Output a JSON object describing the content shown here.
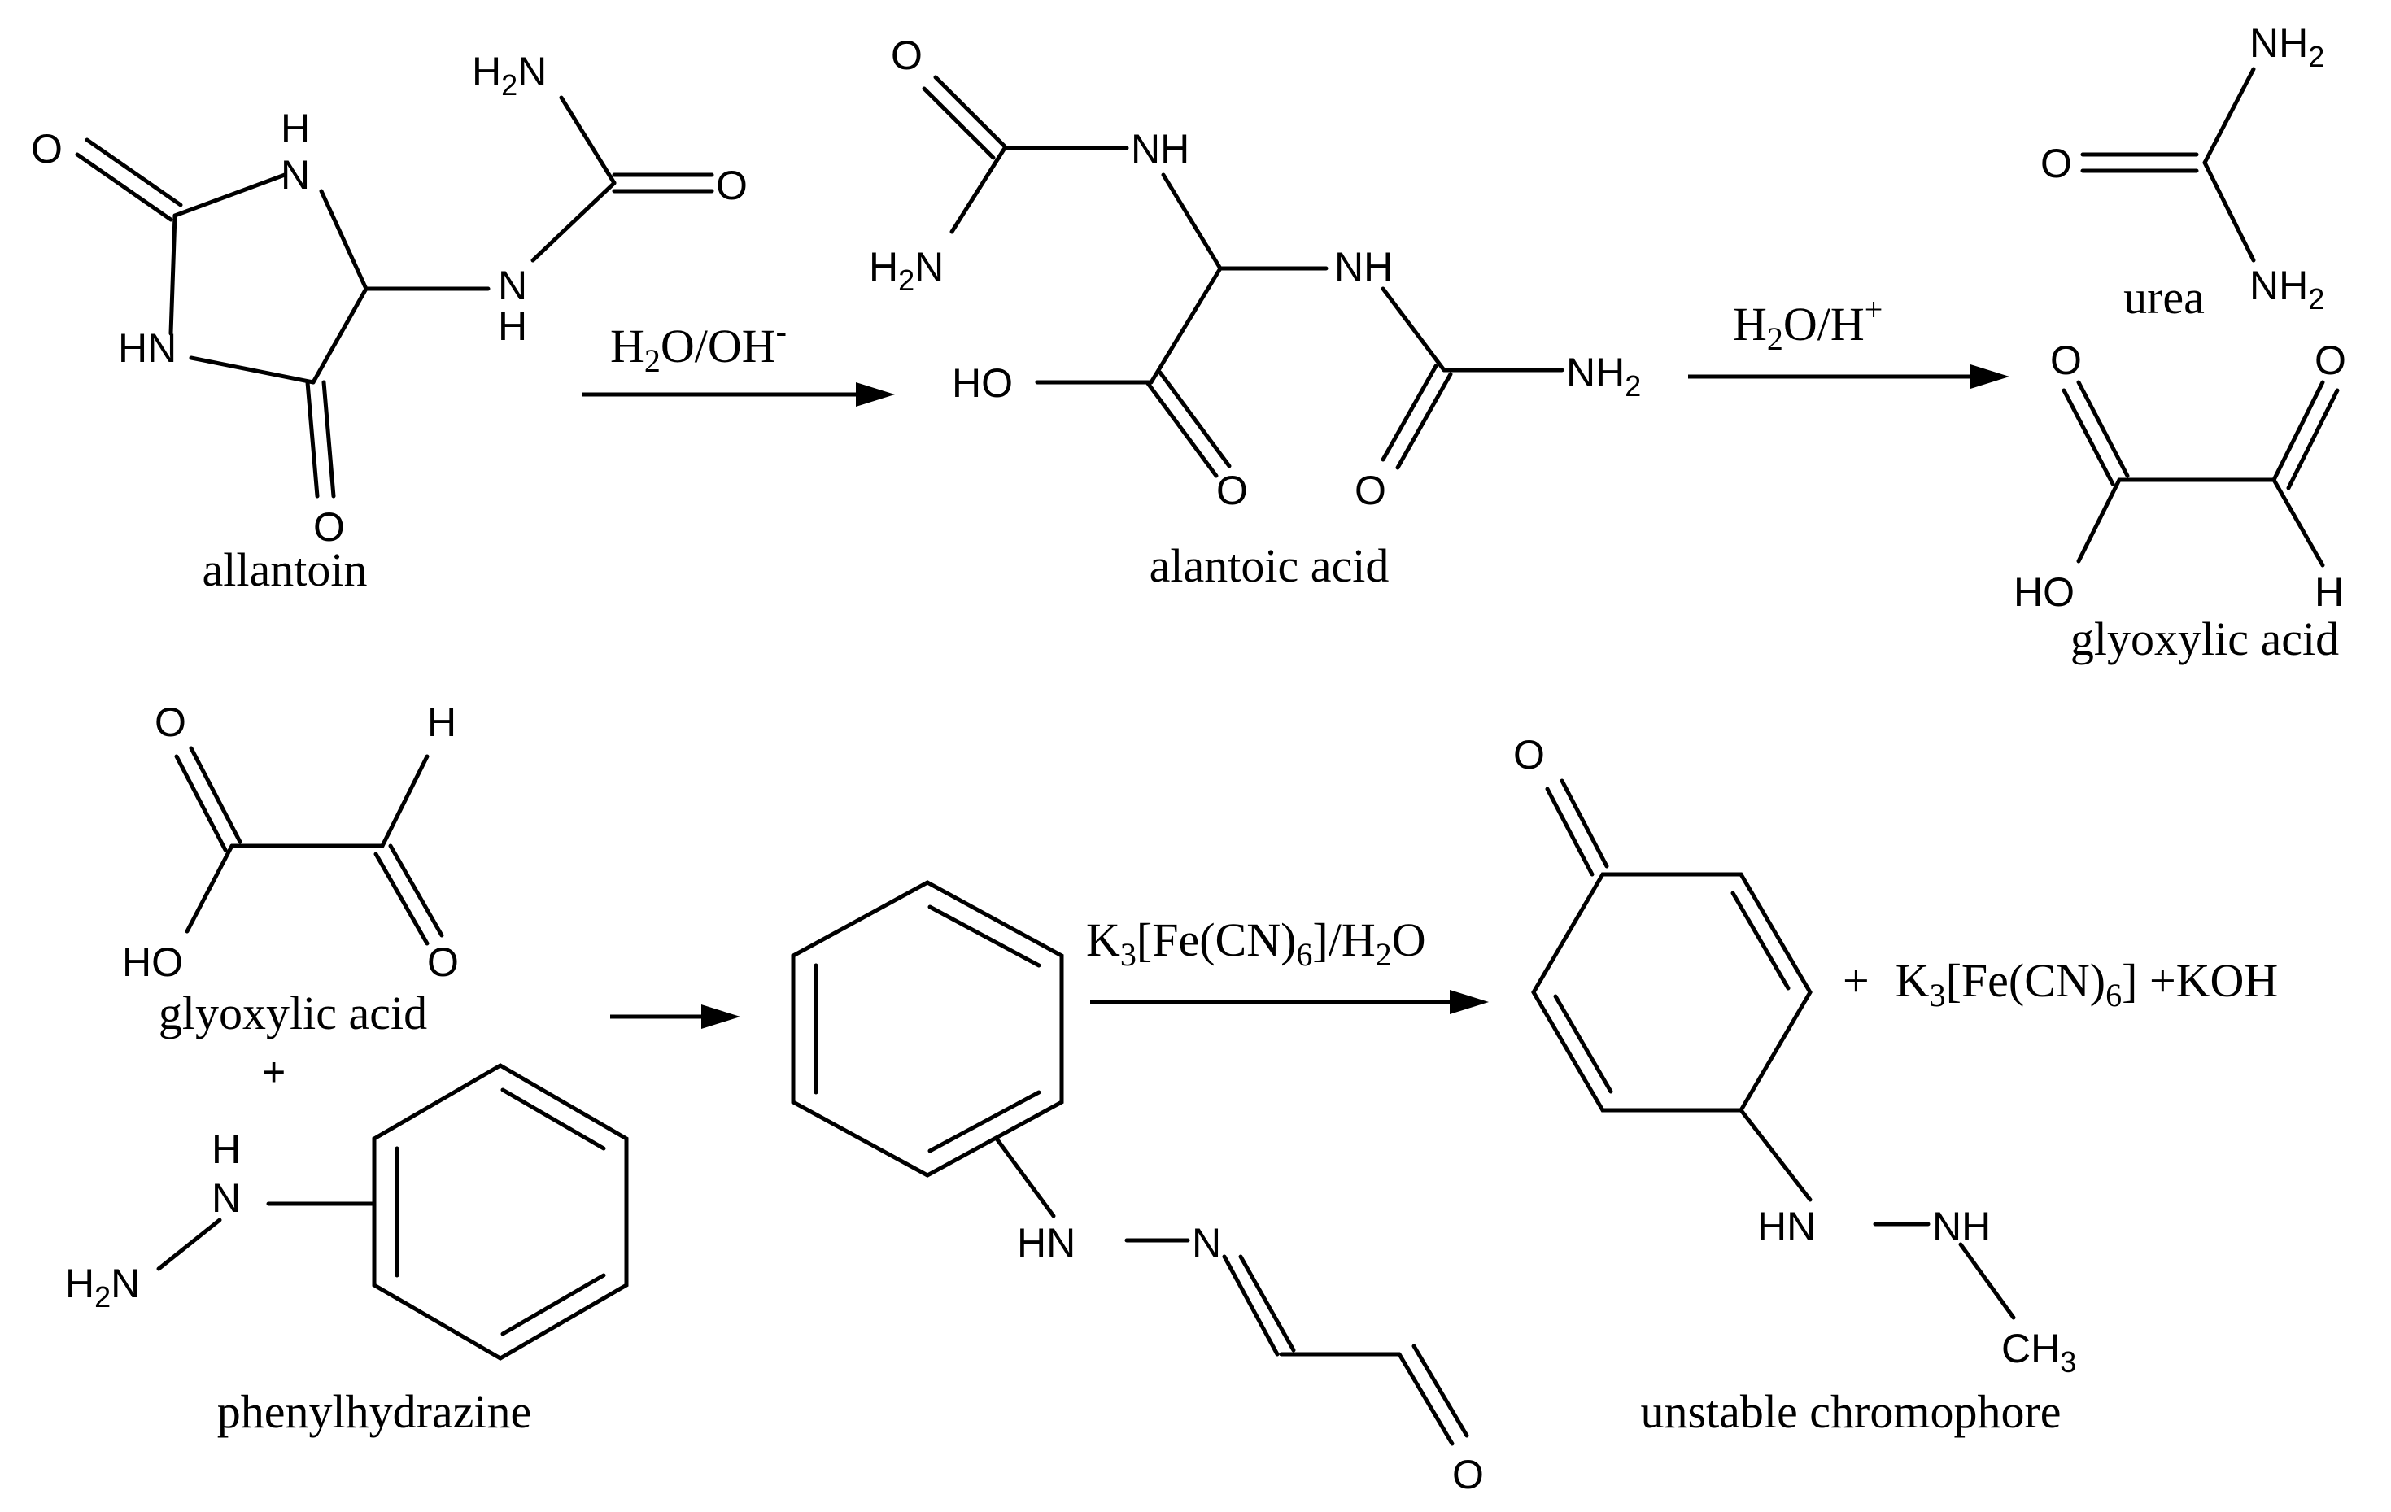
{
  "names": {
    "allantoin": "allantoin",
    "allantoic": "alantoic acid",
    "urea": "urea",
    "glyoxylic_top": "glyoxylic acid",
    "glyoxylic_bottom": "glyoxylic acid",
    "plus_reactants": "+",
    "phenylhydrazine": "phenylhydrazine",
    "chromophore": "unstable chromophore"
  },
  "conditions": {
    "step1": {
      "a": "H",
      "b": "2",
      "c": "O/OH",
      "d": "-"
    },
    "step2": {
      "a": "H",
      "b": "2",
      "c": "O/H",
      "d": "+"
    },
    "step4": {
      "a": "K",
      "b": "3",
      "c": "[Fe(CN)",
      "d": "6",
      "e": "]/H",
      "f": "2",
      "g": "O"
    }
  },
  "byproducts": {
    "plus": "+",
    "a": "K",
    "b": "3",
    "c": "[Fe(CN)",
    "d": "6",
    "e": "] +KOH"
  },
  "labels": {
    "O": "O",
    "H": "H",
    "N": "N",
    "NH": "NH",
    "HN": "HN",
    "HO": "HO",
    "NH2": "NH",
    "H2N_H": "H",
    "H2N_N": "N",
    "CH3": "CH",
    "two": "2",
    "three": "3"
  }
}
